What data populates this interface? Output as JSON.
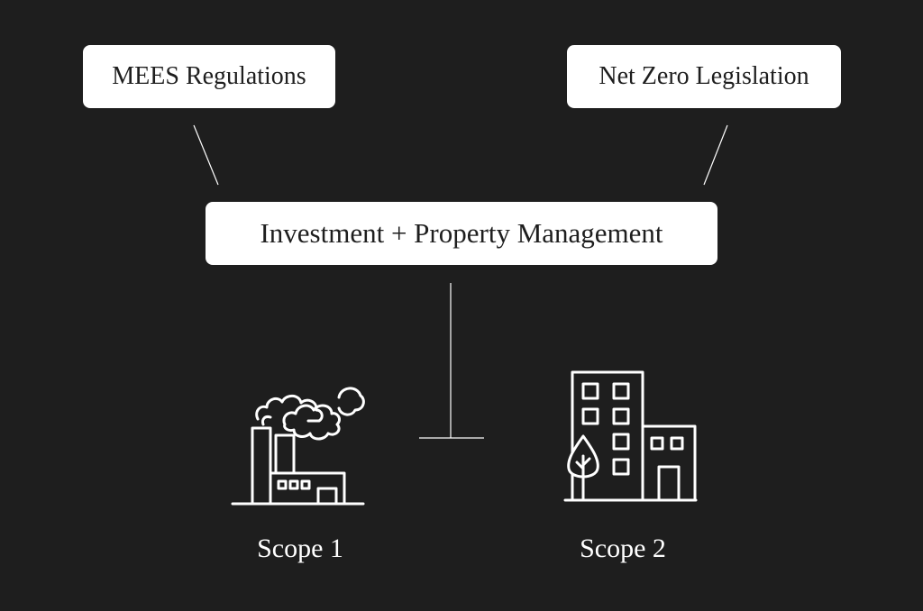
{
  "diagram": {
    "top_left_box": "MEES Regulations",
    "top_right_box": "Net Zero Legislation",
    "center_box": "Investment + Property Management",
    "left_label": "Scope 1",
    "right_label": "Scope 2"
  },
  "colors": {
    "background": "#1e1e1e",
    "box_fill": "#ffffff",
    "box_text": "#1e1e1e",
    "line": "#ffffff"
  },
  "icons": {
    "left": "factory-icon",
    "right": "building-with-tree-icon"
  }
}
